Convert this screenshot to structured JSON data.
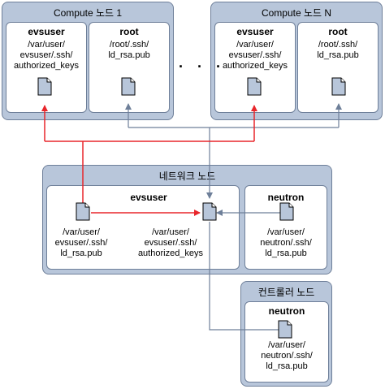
{
  "groups": {
    "compute1": {
      "title": "Compute 노드 1",
      "evsuser": {
        "header": "evsuser",
        "path_lines": [
          "/var/user/",
          "evsuser/.ssh/",
          "authorized_keys"
        ]
      },
      "root": {
        "header": "root",
        "path_lines": [
          "/root/.ssh/",
          "ld_rsa.pub"
        ]
      }
    },
    "computeN": {
      "title": "Compute 노드 N",
      "evsuser": {
        "header": "evsuser",
        "path_lines": [
          "/var/user/",
          "evsuser/.ssh/",
          "authorized_keys"
        ]
      },
      "root": {
        "header": "root",
        "path_lines": [
          "/root/.ssh/",
          "ld_rsa.pub"
        ]
      }
    },
    "network": {
      "title": "네트워크 노드",
      "evsuser": {
        "header": "evsuser",
        "src_path_lines": [
          "/var/user/",
          "evsuser/.ssh/",
          "ld_rsa.pub"
        ],
        "dst_path_lines": [
          "/var/user/",
          "evsuser/.ssh/",
          "authorized_keys"
        ]
      },
      "neutron": {
        "header": "neutron",
        "path_lines": [
          "/var/user/",
          "neutron/.ssh/",
          "ld_rsa.pub"
        ]
      }
    },
    "controller": {
      "title": "컨트롤러 노드",
      "neutron": {
        "header": "neutron",
        "path_lines": [
          "/var/user/",
          "neutron/.ssh/",
          "ld_rsa.pub"
        ]
      }
    }
  },
  "ellipsis": "· · ·",
  "colors": {
    "group_bg": "#b8c6da",
    "border": "#6e7f99",
    "red_arrow": "#e8262b",
    "gray_arrow": "#6e7f99",
    "doc_fill": "#b8c6da"
  }
}
